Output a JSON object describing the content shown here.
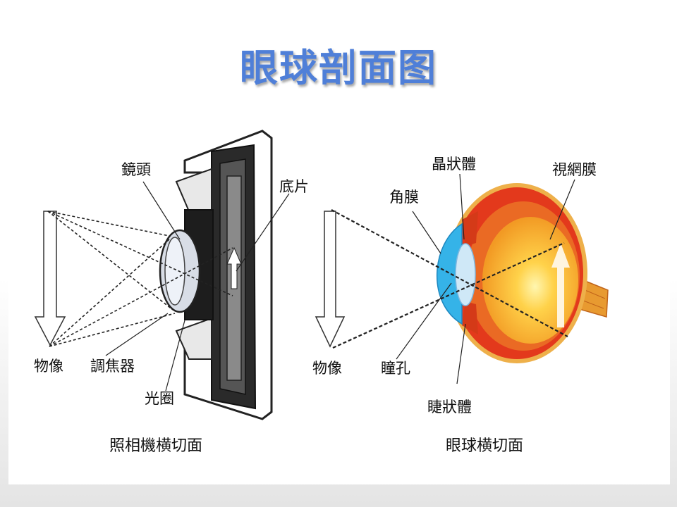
{
  "title": "眼球剖面图",
  "camera": {
    "caption": "照相機横切面",
    "labels": {
      "lens": "鏡頭",
      "film": "底片",
      "object": "物像",
      "focus": "調焦器",
      "aperture": "光圈"
    }
  },
  "eye": {
    "caption": "眼球横切面",
    "labels": {
      "crystalline_lens": "晶狀體",
      "retina": "視網膜",
      "cornea": "角膜",
      "object": "物像",
      "pupil": "瞳孔",
      "ciliary_body": "睫狀體"
    }
  },
  "colors": {
    "title": "#4f7fd8",
    "sclera": "#e87a2a",
    "choroid": "#e23a1c",
    "vitreous": "#f7a62a",
    "cornea": "#35b3e8",
    "lens": "#cfe8f7",
    "optic_nerve": "#e89a30"
  }
}
